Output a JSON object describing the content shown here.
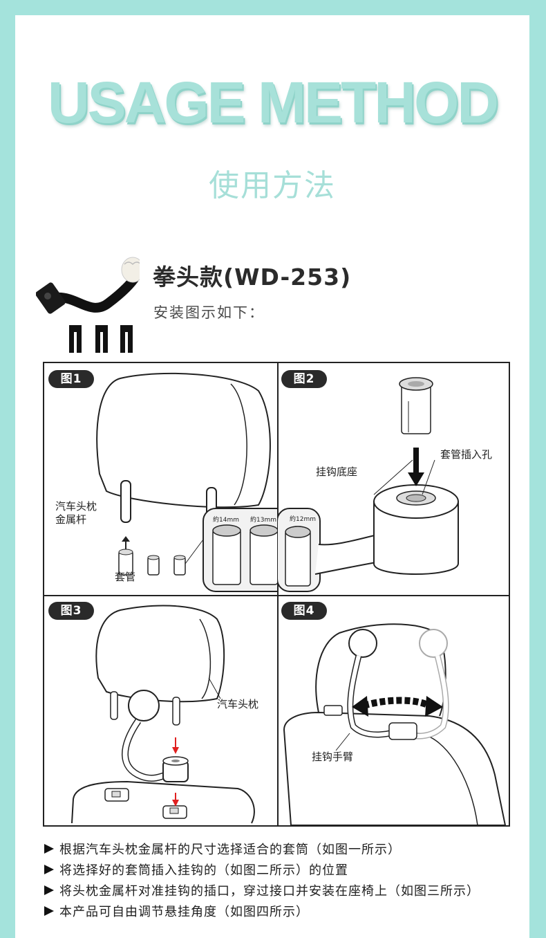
{
  "header": {
    "title": "USAGE METHOD",
    "subtitle": "使用方法"
  },
  "product": {
    "model": "拳头款(WD-253)",
    "intro": "安装图示如下："
  },
  "panels": {
    "p1": {
      "badge": "图1",
      "rod_label_1": "汽车头枕",
      "rod_label_2": "金属杆",
      "sleeve_label": "套管",
      "size_1": "約14mm",
      "size_2": "約13mm",
      "size_3": "約12mm"
    },
    "p2": {
      "badge": "图2",
      "hole_label": "套管插入孔",
      "base_label": "挂钩底座"
    },
    "p3": {
      "badge": "图3",
      "headrest_label": "汽车头枕"
    },
    "p4": {
      "badge": "图4",
      "arm_label": "挂钩手臂"
    }
  },
  "steps": [
    "根据汽车头枕金属杆的尺寸选择适合的套筒（如图一所示）",
    "将选择好的套筒插入挂钩的（如图二所示）的位置",
    "将头枕金属杆对准挂钩的插口，穿过接口并安装在座椅上（如图三所示）",
    "本产品可自由调节悬挂角度（如图四所示）"
  ],
  "colors": {
    "frame": "#a4e3dc",
    "title": "#a7e1d9",
    "red_arrow": "#e02020"
  },
  "icons": [
    "arrow-bullet-icon",
    "up-arrow-icon",
    "down-arrow-icon",
    "double-arrow-icon"
  ]
}
